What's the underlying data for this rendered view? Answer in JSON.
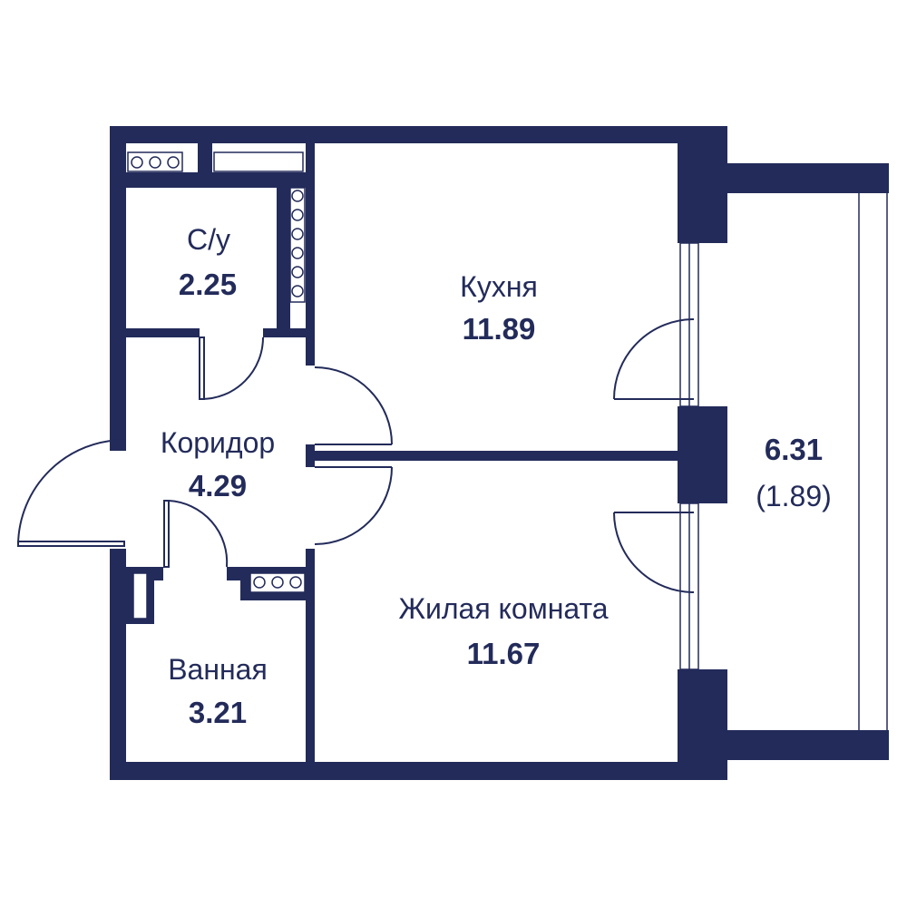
{
  "colors": {
    "wall": "#232B5A",
    "background": "#FFFFFF"
  },
  "rooms": [
    {
      "name": "С/у",
      "area": "2.25"
    },
    {
      "name": "Кухня",
      "area": "11.89"
    },
    {
      "name": "Коридор",
      "area": "4.29"
    },
    {
      "name": "Ванная",
      "area": "3.21"
    },
    {
      "name": "Жилая комната",
      "area": "11.67"
    }
  ],
  "balcony": {
    "area": "6.31",
    "reduced_area": "(1.89)"
  }
}
